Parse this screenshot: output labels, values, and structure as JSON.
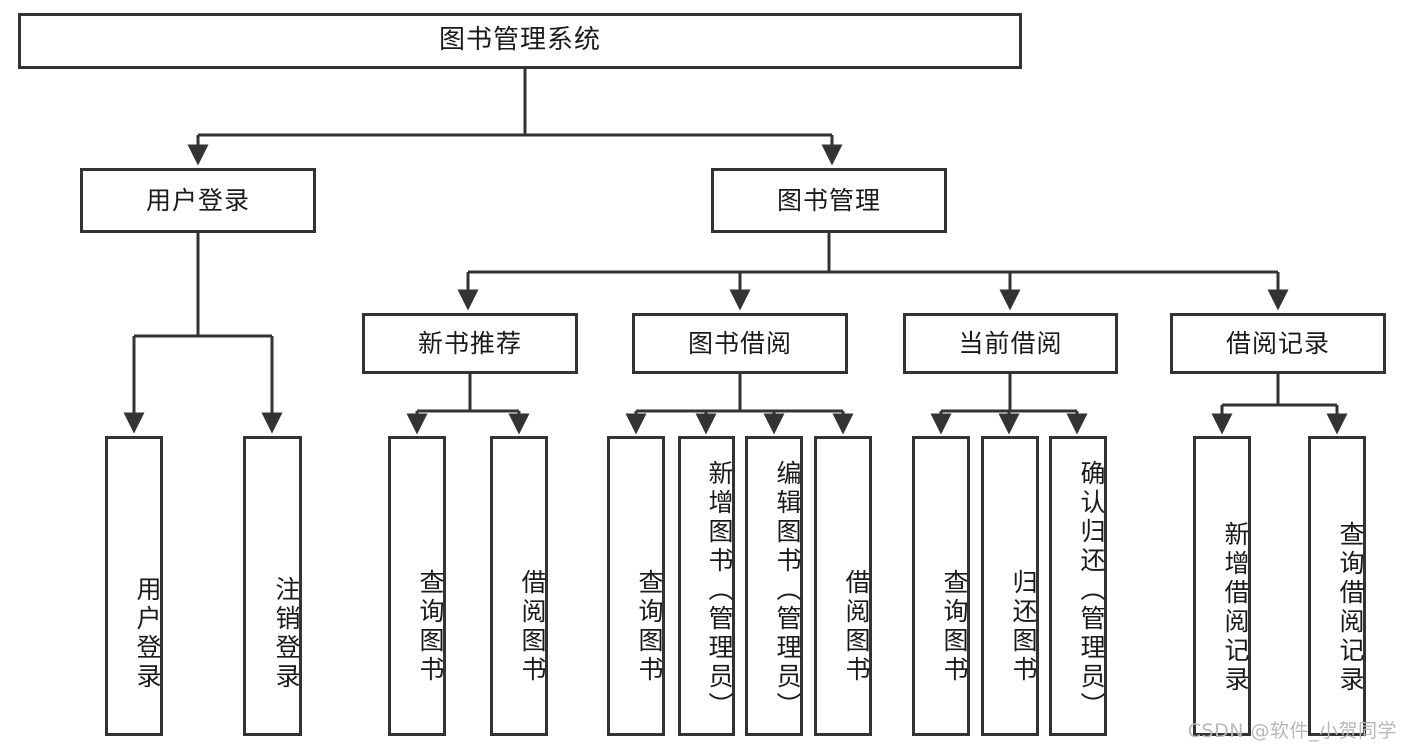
{
  "diagram": {
    "title": "图书管理系统",
    "type": "tree-hierarchy-chart",
    "watermark": "CSDN @软件_小贺同学",
    "stroke_color": "#333333",
    "background_color": "#ffffff",
    "nodes": {
      "root": {
        "label": "图书管理系统"
      },
      "level2": [
        {
          "label": "用户登录"
        },
        {
          "label": "图书管理"
        }
      ],
      "level3": [
        {
          "label": "新书推荐"
        },
        {
          "label": "图书借阅"
        },
        {
          "label": "当前借阅"
        },
        {
          "label": "借阅记录"
        }
      ],
      "leaves": {
        "user_login": [
          {
            "label": "用户登录"
          },
          {
            "label": "注销登录"
          }
        ],
        "new_book_recommend": [
          {
            "label": "查询图书"
          },
          {
            "label": "借阅图书"
          }
        ],
        "book_borrow": [
          {
            "label": "查询图书"
          },
          {
            "label": "新增图书（管理员）"
          },
          {
            "label": "编辑图书（管理员）"
          },
          {
            "label": "借阅图书"
          }
        ],
        "current_borrow": [
          {
            "label": "查询图书"
          },
          {
            "label": "归还图书"
          },
          {
            "label": "确认归还（管理员）"
          }
        ],
        "borrow_record": [
          {
            "label": "新增借阅记录"
          },
          {
            "label": "查询借阅记录"
          }
        ]
      }
    }
  }
}
